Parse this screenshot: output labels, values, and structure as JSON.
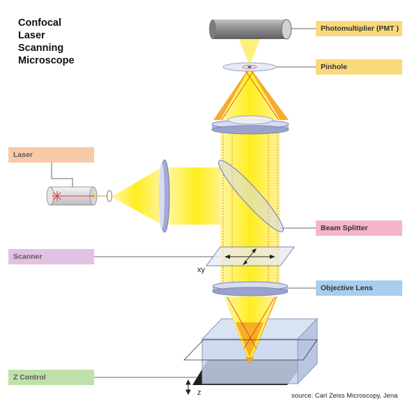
{
  "title": {
    "lines": [
      "Confocal",
      "Laser",
      "Scanning",
      "Microscope"
    ]
  },
  "labels": {
    "photomultiplier": "Photomultiplier (PMT )",
    "pinhole": "Pinhole",
    "laser": "Laser",
    "beam_splitter": "Beam Splitter",
    "scanner": "Scanner",
    "objective_lens": "Objective Lens",
    "z_control": "Z Control"
  },
  "axis_labels": {
    "xy": "xy",
    "z": "z"
  },
  "source": "source: Carl Zeiss Microscopy, Jena",
  "colors": {
    "photomultiplier_tag": "#f9d97c",
    "pinhole_tag": "#f9d97c",
    "laser_tag": "#f8c9a7",
    "beam_splitter_tag": "#f5b5cc",
    "scanner_tag": "#e2c2e2",
    "objective_lens_tag": "#a9cdee",
    "z_control_tag": "#bfe0a8",
    "beam_yellow": "#fff23a",
    "beam_orange": "#f5a623",
    "lens_blue": "#b8bfe0"
  }
}
